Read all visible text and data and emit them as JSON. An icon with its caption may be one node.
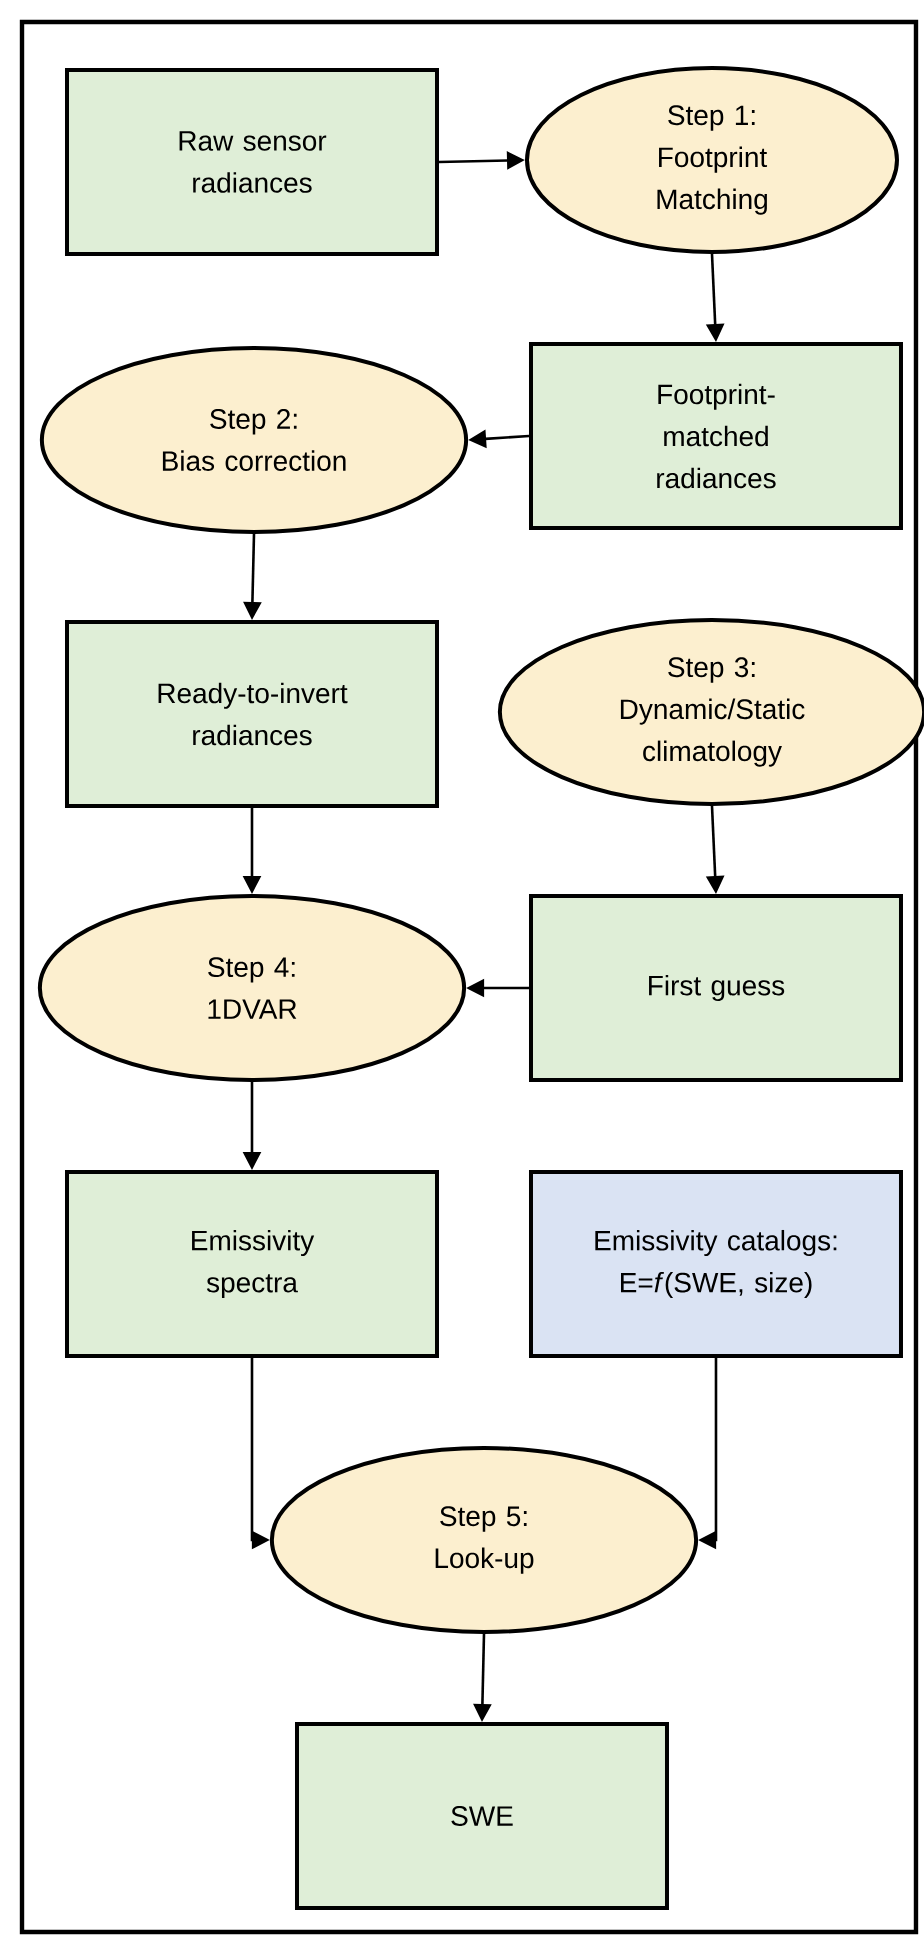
{
  "diagram": {
    "nodes": [
      {
        "text": [
          "Raw sensor radiances"
        ]
      },
      {
        "text": [
          "Step 1:",
          "Footprint Matching"
        ]
      },
      {
        "text": [
          "Footprint-matched radiances"
        ]
      },
      {
        "text": [
          "Step 2:",
          "Bias correction"
        ]
      },
      {
        "text": [
          "Ready-to-invert radiances"
        ]
      },
      {
        "text": [
          "Step 3:",
          "Dynamic/Static climatology"
        ]
      },
      {
        "text": [
          "First guess"
        ]
      },
      {
        "text": [
          "Step 4:",
          "1DVAR"
        ]
      },
      {
        "text": [
          "Emissivity spectra"
        ]
      },
      {
        "text": [
          "Emissivity catalogs: E=*f*(SWE, size)"
        ]
      },
      {
        "text": [
          "Step 5:",
          "Look-up"
        ]
      },
      {
        "text": [
          "SWE"
        ]
      }
    ],
    "edges": [
      {
        "from": 0,
        "to": 1,
        "arrow": "to"
      },
      {
        "from": 1,
        "to": 2,
        "arrow": "to"
      },
      {
        "from": 2,
        "to": 3,
        "arrow": "to"
      },
      {
        "from": 3,
        "to": 4,
        "arrow": "to"
      },
      {
        "from": 4,
        "to": 7,
        "arrow": "to"
      },
      {
        "from": 5,
        "to": 6,
        "arrow": "to"
      },
      {
        "from": 6,
        "to": 7,
        "arrow": "to"
      },
      {
        "from": 7,
        "to": 8,
        "arrow": "to"
      },
      {
        "from": 8,
        "to": 10,
        "arrow": "to"
      },
      {
        "from": 9,
        "to": 10,
        "arrow": "to"
      },
      {
        "from": 10,
        "to": 11,
        "arrow": "to"
      }
    ]
  }
}
